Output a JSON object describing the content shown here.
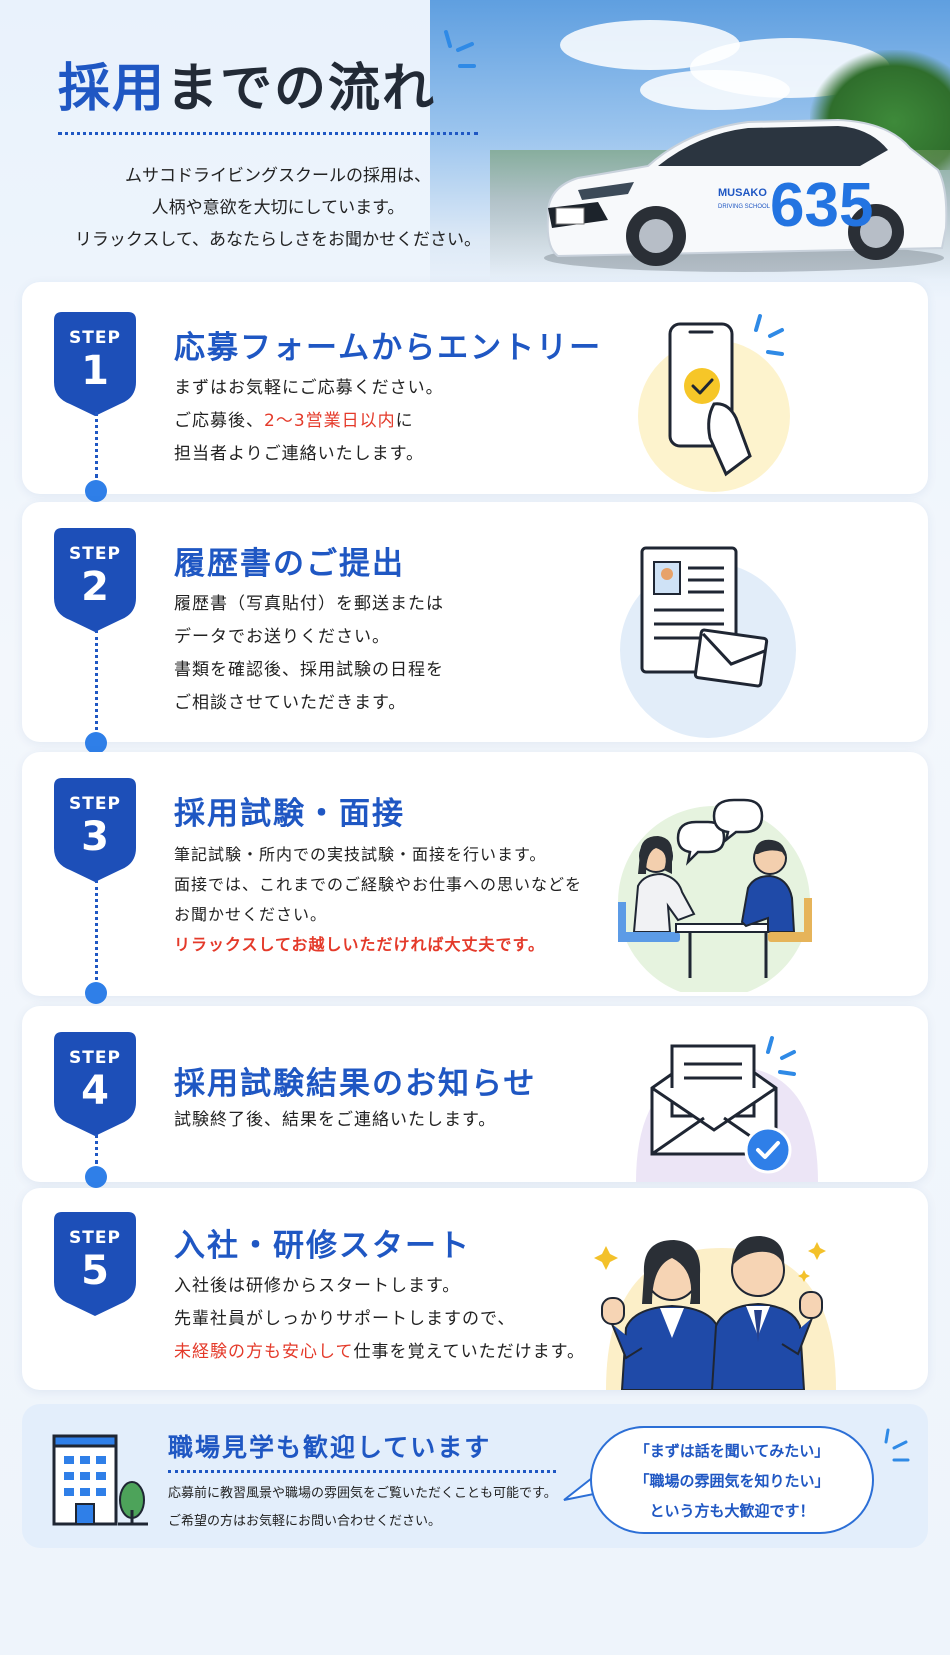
{
  "header": {
    "title_accent": "採用",
    "title_rest": "までの流れ",
    "intro_lines": [
      "ムサコドライビングスクールの採用は、",
      "人柄や意欲を大切にしています。",
      "リラックスして、あなたらしさをお聞かせください。"
    ],
    "car_brand": "MUSAKO",
    "car_sub": "DRIVING SCHOOL",
    "car_number": "635"
  },
  "steps": [
    {
      "word": "STEP",
      "number": "1",
      "title": "応募フォームからエントリー",
      "line1": "まずはお気軽にご応募ください。",
      "line2_pre": "ご応募後、",
      "line2_red": "2〜3営業日以内",
      "line2_post": "に",
      "line3": "担当者よりご連絡いたします。",
      "icon": "smartphone-check-icon"
    },
    {
      "word": "STEP",
      "number": "2",
      "title": "履歴書のご提出",
      "line1": "履歴書（写真貼付）を郵送または",
      "line2": "データでお送りください。",
      "line3": "書類を確認後、採用試験の日程を",
      "line4": "ご相談させていただきます。",
      "icon": "resume-envelope-icon"
    },
    {
      "word": "STEP",
      "number": "3",
      "title": "採用試験・面接",
      "line1": "筆記試験・所内での実技試験・面接を行います。",
      "line2": "面接では、これまでのご経験やお仕事への思いなどを",
      "line3": "お聞かせください。",
      "line4_red": "リラックスしてお越しいただければ大丈夫です。",
      "icon": "interview-icon"
    },
    {
      "word": "STEP",
      "number": "4",
      "title": "採用試験結果のお知らせ",
      "line1": "試験終了後、結果をご連絡いたします。",
      "icon": "mail-check-icon"
    },
    {
      "word": "STEP",
      "number": "5",
      "title": "入社・研修スタート",
      "line1": "入社後は研修からスタートします。",
      "line2": "先輩社員がしっかりサポートしますので、",
      "line3_red": "未経験の方も安心して",
      "line3_post": "仕事を覚えていただけます。",
      "icon": "new-employees-icon"
    }
  ],
  "tour": {
    "title": "職場見学も歓迎しています",
    "line1": "応募前に教習風景や職場の雰囲気をご覧いただくことも可能です。",
    "line2": "ご希望の方はお気軽にお問い合わせください。",
    "bubble": [
      "「まずは話を聞いてみたい」",
      "「職場の雰囲気を知りたい」",
      "という方も大歓迎です！"
    ]
  },
  "colors": {
    "brand_blue": "#1f57c3",
    "accent_red": "#e43a2a",
    "badge_blue": "#1d4fb8"
  }
}
